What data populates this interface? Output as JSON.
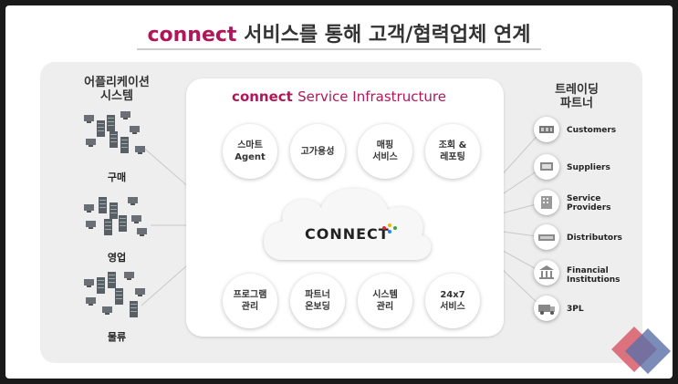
{
  "header": {
    "brand": "connect",
    "title_rest": "서비스를 통해 고객/협력업체 연계"
  },
  "left": {
    "title_line1": "어플리케이션",
    "title_line2": "시스템",
    "systems": [
      {
        "label": "구매"
      },
      {
        "label": "영업"
      },
      {
        "label": "물류"
      }
    ]
  },
  "infra": {
    "brand": "connect",
    "title_rest": "Service Infrastructure",
    "cloud_label": "CONNECT",
    "services_top": [
      "스마트\nAgent",
      "고가용성",
      "매핑\n서비스",
      "조회 &\n레포팅"
    ],
    "services_bottom": [
      "프로그램\n관리",
      "파트너\n온보딩",
      "시스템\n관리",
      "24x7\n서비스"
    ]
  },
  "right": {
    "title_line1": "트레이딩",
    "title_line2": "파트너",
    "partners": [
      {
        "label": "Customers",
        "icon": "customers-icon"
      },
      {
        "label": "Suppliers",
        "icon": "suppliers-icon"
      },
      {
        "label": "Service\nProviders",
        "icon": "service-providers-icon"
      },
      {
        "label": "Distributors",
        "icon": "distributors-icon"
      },
      {
        "label": "Financial\nInstitutions",
        "icon": "financial-institutions-icon"
      },
      {
        "label": "3PL",
        "icon": "3pl-icon"
      }
    ]
  },
  "colors": {
    "brand": "#b0175a",
    "panel": "#eeeeee"
  }
}
